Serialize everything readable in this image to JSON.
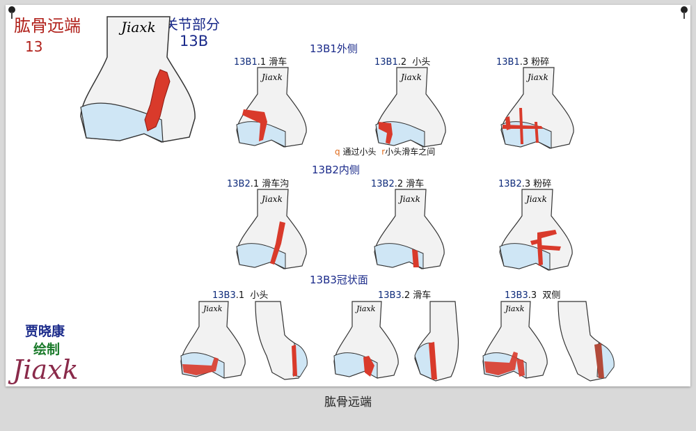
{
  "title": {
    "main": "肱骨远端",
    "code": "13",
    "section": "关节部分",
    "section_code": "13B"
  },
  "watermark": "Jiaxk",
  "groups": [
    {
      "label": "13B1外侧",
      "items": [
        {
          "code": "13B1",
          "num": ".1",
          "label": "滑车"
        },
        {
          "code": "13B1",
          "num": ".2",
          "label": "小头"
        },
        {
          "code": "13B1",
          "num": ".3",
          "label": "粉碎"
        }
      ]
    },
    {
      "label": "13B2内侧",
      "items": [
        {
          "code": "13B2",
          "num": ".1",
          "label": "滑车沟"
        },
        {
          "code": "13B2",
          "num": ".2",
          "label": "滑车"
        },
        {
          "code": "13B2",
          "num": ".3",
          "label": "粉碎"
        }
      ]
    },
    {
      "label": "13B3冠状面",
      "items": [
        {
          "code": "13B3",
          "num": ".1",
          "label": "小头"
        },
        {
          "code": "13B3",
          "num": ".2",
          "label": "滑车"
        },
        {
          "code": "13B3",
          "num": ".3",
          "label": "双侧"
        }
      ]
    }
  ],
  "legend": {
    "q_key": "q",
    "q_text": "通过小头",
    "r_key": "r",
    "r_text": "小头滑车之间"
  },
  "author": {
    "line1": "贾晓康",
    "line2": "绘制",
    "logo": "Jiaxk"
  },
  "caption": "肱骨远端",
  "colors": {
    "title_red": "#b0201a",
    "label_blue": "#1a2a8a",
    "fracture": "#d93a2b",
    "cartilage": "#cfe6f5"
  }
}
